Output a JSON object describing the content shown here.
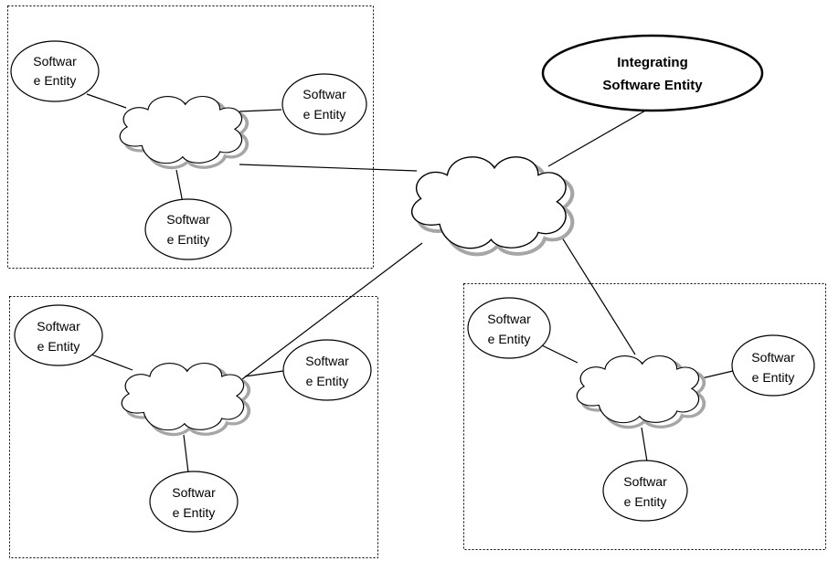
{
  "integrating_entity": {
    "label_line1": "Integrating",
    "label_line2": "Software Entity"
  },
  "groups": [
    {
      "entities": [
        {
          "line1": "Softwar",
          "line2": "e Entity"
        },
        {
          "line1": "Softwar",
          "line2": "e Entity"
        },
        {
          "line1": "Softwar",
          "line2": "e Entity"
        }
      ]
    },
    {
      "entities": [
        {
          "line1": "Softwar",
          "line2": "e Entity"
        },
        {
          "line1": "Softwar",
          "line2": "e Entity"
        },
        {
          "line1": "Softwar",
          "line2": "e Entity"
        }
      ]
    },
    {
      "entities": [
        {
          "line1": "Softwar",
          "line2": "e Entity"
        },
        {
          "line1": "Softwar",
          "line2": "e Entity"
        },
        {
          "line1": "Softwar",
          "line2": "e Entity"
        }
      ]
    }
  ],
  "colors": {
    "line": "#000000",
    "cloud_shadow": "#a6a6a6",
    "cloud_fill": "#ffffff",
    "box_border": "#000000"
  }
}
